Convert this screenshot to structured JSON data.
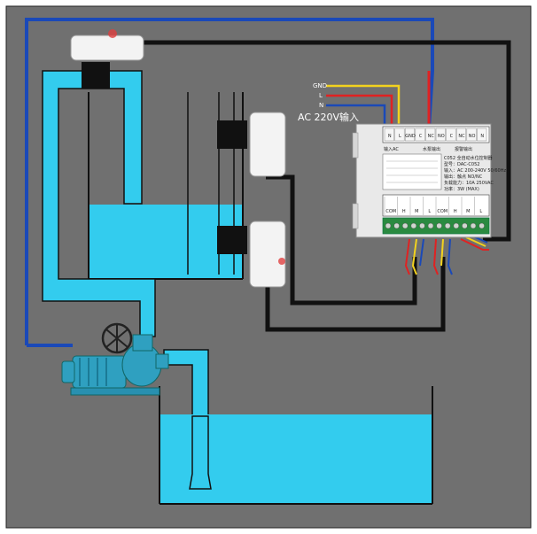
{
  "wires": {
    "gnd": "GND",
    "live": "L",
    "neutral": "N"
  },
  "power_label": "AC 220V输入",
  "controller": {
    "top_terminals": [
      "N",
      "L",
      "GND",
      "C",
      "NC",
      "NO",
      "C",
      "NC",
      "NO",
      "N"
    ],
    "title_line": "C052 全自动水位控制器",
    "model_line": "型号：DAC-C052",
    "input_line": "输入：AC 200-240V 50/60Hz",
    "output_line": "输出：触点 NO/NC",
    "load_line": "负载能力：10A 250VAC",
    "power_line": "功率：3W (MAX)",
    "left_section": "输入AC",
    "mid_section_a": "水泵输出",
    "mid_section_b": "报警输出",
    "bottom_labels": [
      "COM",
      "H",
      "M",
      "L",
      "COM",
      "H",
      "M",
      "L"
    ]
  },
  "colors": {
    "background": "#707070",
    "water": "#33ccee",
    "black_wire": "#111111",
    "blue_wire": "#1a49b8",
    "red_wire": "#e02222",
    "yellow_wire": "#f2d21e",
    "gray_wire": "#9aa0aa",
    "pump": "#2fa0c0"
  },
  "icons": [
    "water-level-sensor-icon",
    "water-pump-icon",
    "led-indicator-icon"
  ]
}
